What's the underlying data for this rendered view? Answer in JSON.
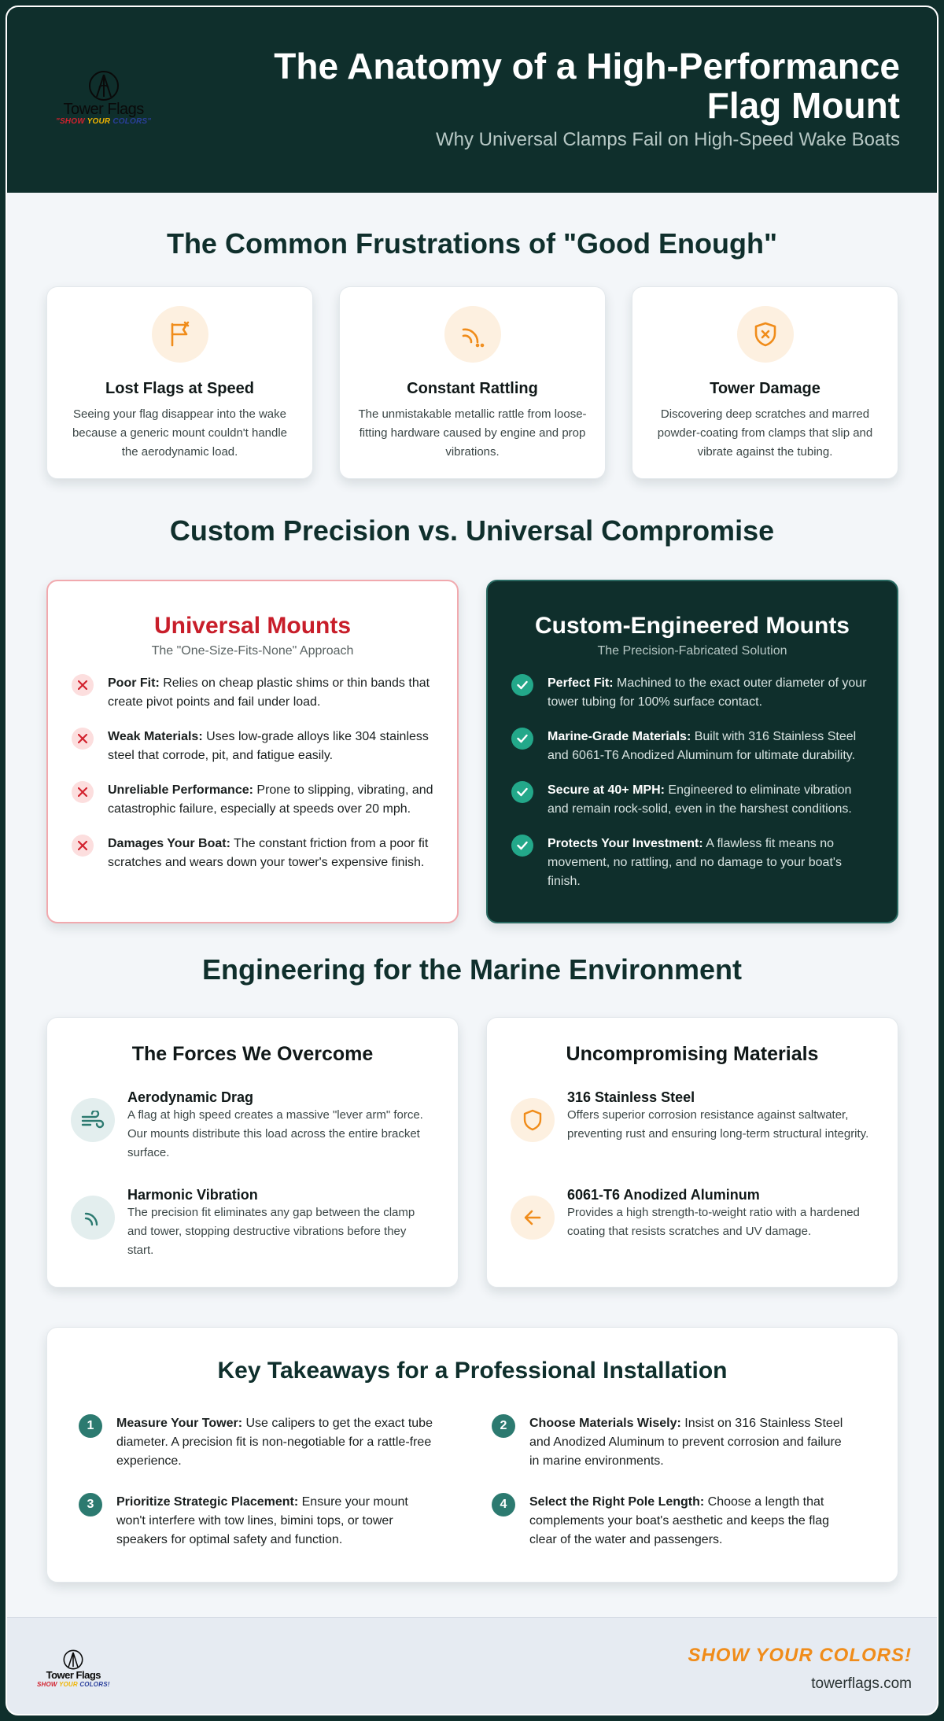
{
  "brand": {
    "name": "Tower Flags",
    "tagline_parts": [
      "\"SHOW ",
      "YOUR ",
      "COLORS\""
    ],
    "footer_tagline_parts": [
      "SHOW ",
      "YOUR ",
      "COLORS!"
    ]
  },
  "header": {
    "title": "The Anatomy of a High-Performance Flag Mount",
    "subtitle": "Why Universal Clamps Fail on High-Speed Wake Boats"
  },
  "frustrations": {
    "title": "The Common Frustrations of \"Good Enough\"",
    "cards": [
      {
        "icon": "flag-icon",
        "title": "Lost Flags at Speed",
        "text": "Seeing your flag disappear into the wake because a generic mount couldn't handle the aerodynamic load."
      },
      {
        "icon": "vibration-icon",
        "title": "Constant Rattling",
        "text": "The unmistakable metallic rattle from loose-fitting hardware caused by engine and prop vibrations."
      },
      {
        "icon": "shield-x-icon",
        "title": "Tower Damage",
        "text": "Discovering deep scratches and marred powder-coating from clamps that slip and vibrate against the tubing."
      }
    ]
  },
  "comparison": {
    "title": "Custom Precision vs. Universal Compromise",
    "universal": {
      "title": "Universal Mounts",
      "subtitle": "The \"One-Size-Fits-None\" Approach",
      "items": [
        {
          "label": "Poor Fit:",
          "text": " Relies on cheap plastic shims or thin bands that create pivot points and fail under load."
        },
        {
          "label": "Weak Materials:",
          "text": " Uses low-grade alloys like 304 stainless steel that corrode, pit, and fatigue easily."
        },
        {
          "label": "Unreliable Performance:",
          "text": " Prone to slipping, vibrating, and catastrophic failure, especially at speeds over 20 mph."
        },
        {
          "label": "Damages Your Boat:",
          "text": " The constant friction from a poor fit scratches and wears down your tower's expensive finish."
        }
      ]
    },
    "custom": {
      "title": "Custom-Engineered Mounts",
      "subtitle": "The Precision-Fabricated Solution",
      "items": [
        {
          "label": "Perfect Fit:",
          "text": " Machined to the exact outer diameter of your tower tubing for 100% surface contact."
        },
        {
          "label": "Marine-Grade Materials:",
          "text": " Built with 316 Stainless Steel and 6061-T6 Anodized Aluminum for ultimate durability."
        },
        {
          "label": "Secure at 40+ MPH:",
          "text": " Engineered to eliminate vibration and remain rock-solid, even in the harshest conditions."
        },
        {
          "label": "Protects Your Investment:",
          "text": " A flawless fit means no movement, no rattling, and no damage to your boat's finish."
        }
      ]
    }
  },
  "engineering": {
    "title": "Engineering for the Marine Environment",
    "forces": {
      "title": "The Forces We Overcome",
      "items": [
        {
          "icon": "wind-icon",
          "title": "Aerodynamic Drag",
          "text": "A flag at high speed creates a massive \"lever arm\" force. Our mounts distribute this load across the entire bracket surface."
        },
        {
          "icon": "vibration-icon",
          "title": "Harmonic Vibration",
          "text": "The precision fit eliminates any gap between the clamp and tower, stopping destructive vibrations before they start."
        }
      ]
    },
    "materials": {
      "title": "Uncompromising Materials",
      "items": [
        {
          "icon": "shield-icon",
          "title": "316 Stainless Steel",
          "text": "Offers superior corrosion resistance against saltwater, preventing rust and ensuring long-term structural integrity."
        },
        {
          "icon": "arrow-left-icon",
          "title": "6061-T6 Anodized Aluminum",
          "text": "Provides a high strength-to-weight ratio with a hardened coating that resists scratches and UV damage."
        }
      ]
    }
  },
  "takeaways": {
    "title": "Key Takeaways for a Professional Installation",
    "items": [
      {
        "num": "1",
        "label": "Measure Your Tower:",
        "text": " Use calipers to get the exact tube diameter. A precision fit is non-negotiable for a rattle-free experience."
      },
      {
        "num": "2",
        "label": "Choose Materials Wisely:",
        "text": " Insist on 316 Stainless Steel and Anodized Aluminum to prevent corrosion and failure in marine environments."
      },
      {
        "num": "3",
        "label": "Prioritize Strategic Placement:",
        "text": " Ensure your mount won't interfere with tow lines, bimini tops, or tower speakers for optimal safety and function."
      },
      {
        "num": "4",
        "label": "Select the Right Pole Length:",
        "text": " Choose a length that complements your boat's aesthetic and keeps the flag clear of the water and passengers."
      }
    ]
  },
  "footer": {
    "slogan": "SHOW YOUR COLORS!",
    "site": "towerflags.com"
  },
  "colors": {
    "primary": "#0f2f2c",
    "accent": "#f08c1a",
    "danger": "#c81e2a",
    "success": "#23a88a",
    "teal": "#2c7a70"
  }
}
